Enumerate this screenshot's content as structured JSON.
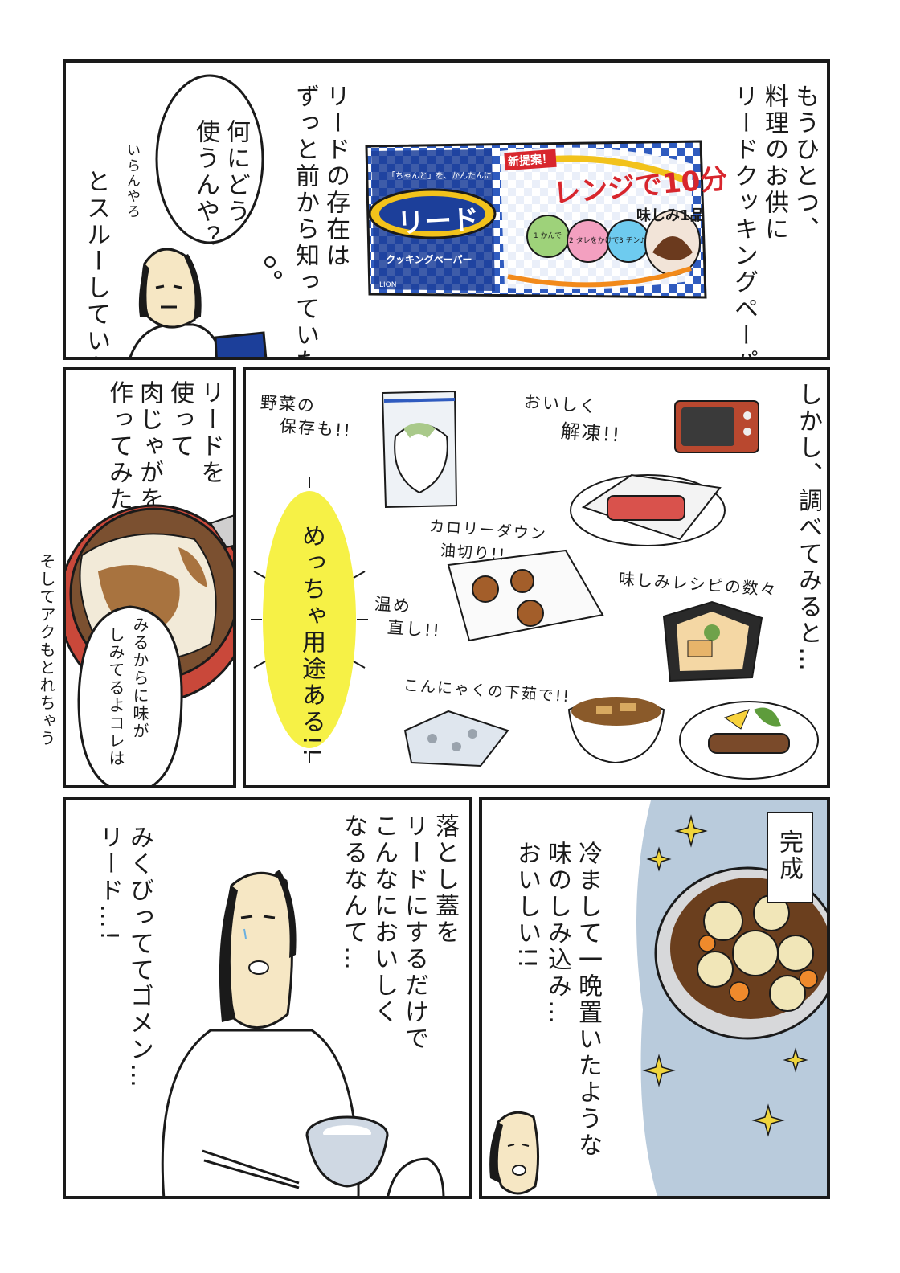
{
  "panel1": {
    "narration_right": [
      "もうひとつ、",
      "料理のお供に",
      "リードクッキングペーパー"
    ],
    "narration_middle": [
      "リードの存在は",
      "ずっと前から知っていたが"
    ],
    "speech": [
      "何にどう",
      "使うんや？"
    ],
    "aside": "いらんやろ",
    "narration_left": "とスルーしていた",
    "package": {
      "brand": "リード",
      "slogan": "「ちゃんと」を、かんたんに",
      "product": "クッキングペーパー",
      "new_badge": "新提案！",
      "headline": "レンジで10分",
      "steps": [
        "1 かんで",
        "2 タレをかけで",
        "3 チン♪"
      ],
      "tag": "味しみ1品",
      "maker": "LION"
    }
  },
  "panel2": {
    "narration": [
      "リードを",
      "使って",
      "肉じゃがを",
      "作ってみた"
    ]
  },
  "panel3": {
    "narration": "しかし、調べてみると…",
    "labels": {
      "vegetables": [
        "野菜の",
        "保存も!!"
      ],
      "thaw": [
        "おいしく",
        "解凍!!"
      ],
      "calorie": [
        "カロリーダウン",
        "油切り!!"
      ],
      "reheat": [
        "温め",
        "直し!!"
      ],
      "recipes": "味しみレシピの数々",
      "konnyaku": "こんにゃくの下茹で!!"
    },
    "burst": "めっちゃ用途ある!!"
  },
  "side_note": "そしてアクもとれちゃう",
  "speech_nikujaga": [
    "みるからに味が",
    "しみてるよコレは"
  ],
  "panel4": {
    "caption": "完成",
    "narration": [
      "冷まして一晩置いたような",
      "味のしみ込み…",
      "おいしい!!"
    ]
  },
  "panel5": {
    "narration": [
      "落とし蓋を",
      "リードにするだけで",
      "こんなにおいしく",
      "なるなんて…"
    ],
    "apology": [
      "みくびっててゴメン…",
      "リード…!"
    ]
  },
  "colors": {
    "ink": "#1a1a1a",
    "package_blue": "#1c3f9a",
    "package_yellow": "#f2c21b",
    "burst_yellow": "#f6f146",
    "night_blue": "#b9cbdc",
    "sparkle": "#f0d53c",
    "broth": "#a8733f",
    "pot_red": "#c9483a",
    "skin": "#f6e7c4"
  }
}
